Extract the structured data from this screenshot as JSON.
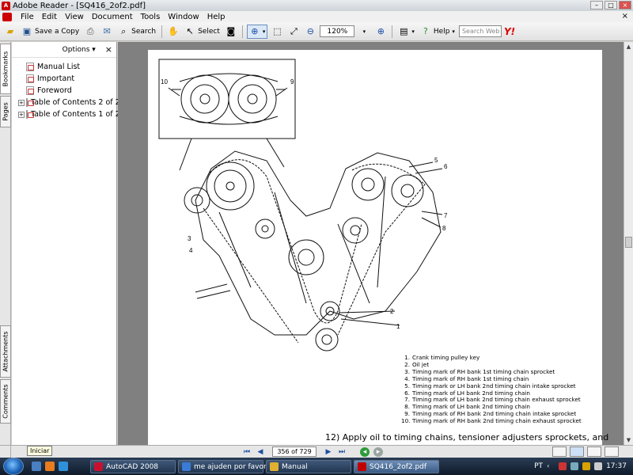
{
  "window": {
    "app_title": "Adobe Reader - [SQ416_2of2.pdf]"
  },
  "menu": {
    "items": [
      "File",
      "Edit",
      "View",
      "Document",
      "Tools",
      "Window",
      "Help"
    ]
  },
  "toolbar": {
    "save_copy_label": "Save a Copy",
    "search_label": "Search",
    "select_label": "Select",
    "zoom_value": "120%",
    "help_label": "Help",
    "search_web_placeholder": "Search Web",
    "yahoo_label": "Y!"
  },
  "side_tabs": {
    "bookmarks": "Bookmarks",
    "pages": "Pages",
    "attachments": "Attachments",
    "comments": "Comments"
  },
  "bookmarks": {
    "options_label": "Options",
    "close_label": "×",
    "items": [
      {
        "label": "Manual List",
        "expandable": false
      },
      {
        "label": "Important",
        "expandable": false
      },
      {
        "label": "Foreword",
        "expandable": false
      },
      {
        "label": "Table of Contents 2 of 2",
        "expandable": true
      },
      {
        "label": "Table of Contents 1 of 2",
        "expandable": true
      }
    ]
  },
  "document": {
    "callouts": [
      "10",
      "9",
      "5",
      "6",
      "7",
      "8",
      "3",
      "4",
      "2",
      "1"
    ],
    "legend": [
      {
        "n": "1.",
        "text": "Crank timing pulley key"
      },
      {
        "n": "2.",
        "text": "Oil jet"
      },
      {
        "n": "3.",
        "text": "Timing mark of RH bank 1st timing chain sprocket"
      },
      {
        "n": "4.",
        "text": "Timing mark of RH bank 1st timing chain"
      },
      {
        "n": "5.",
        "text": "Timing mark or LH bank 2nd timing chain intake sprocket"
      },
      {
        "n": "6.",
        "text": "Timing mark of LH bank 2nd timing chain"
      },
      {
        "n": "7.",
        "text": "Timing mark of LH bank 2nd timing chain exhaust sprocket"
      },
      {
        "n": "8.",
        "text": "Timing mark of LH bank 2nd timing chain"
      },
      {
        "n": "9.",
        "text": "Timing mark of RH bank 2nd timing chain intake sprocket"
      },
      {
        "n": "10.",
        "text": "Timing mark of RH bank 2nd timing chain exhaust sprocket"
      }
    ],
    "step_text": "12)  Apply oil to timing chains, tensioner adjusters sprockets, and"
  },
  "navigation": {
    "page_indicator": "356 of 729",
    "tooltip": "Iniciar"
  },
  "taskbar": {
    "tasks": [
      {
        "label": "AutoCAD 2008",
        "color": "#c8102e",
        "active": false
      },
      {
        "label": "me ajuden por favor...",
        "color": "#3a7bd5",
        "active": false
      },
      {
        "label": "Manual",
        "color": "#e0b030",
        "active": false
      },
      {
        "label": "SQ416_2of2.pdf",
        "color": "#c00000",
        "active": true
      }
    ],
    "language": "PT",
    "clock": "17:37"
  }
}
